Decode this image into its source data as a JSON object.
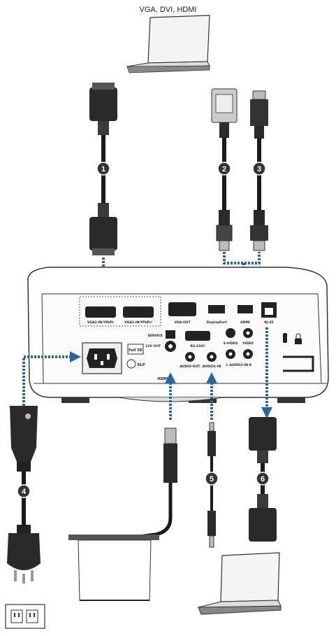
{
  "header": {
    "source_label": "VGA, DVI, HDMI"
  },
  "ports": {
    "vga2_in": "VGA2-IN/YPbPr",
    "vga1_in": "VGA1-IN/YPbPr/",
    "vga_out": "VGA-OUT",
    "displayport": "DisplayPort",
    "hdmi": "HDMI",
    "rj45": "RJ-45",
    "service": "SERVICE",
    "rs232c": "RS-232C",
    "twelve_v_out": "12V OUT",
    "audio_out": "AUDIO-OUT",
    "audio_in": "AUDIO1-IN",
    "s_video": "S-VIDEO",
    "video": "VIDEO",
    "l_audio2_in_r": "L AUDIO2-IN R"
  },
  "badges": {
    "full3d": "Full 3D",
    "dlp": "DLP",
    "hdmi_logo": "HDMI"
  },
  "callouts": [
    "1",
    "2",
    "3",
    "4",
    "5",
    "6"
  ],
  "colors": {
    "arrow": "#1f6aa5",
    "cable": "#1a1a1a",
    "body": "#ffffff",
    "outline": "#333333"
  }
}
